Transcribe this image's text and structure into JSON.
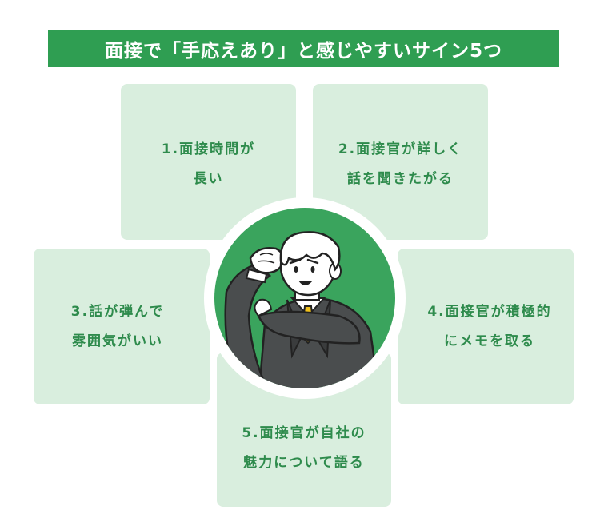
{
  "title": "面接で「手応えあり」と感じやすいサイン5つ",
  "signs": [
    {
      "line1": "1.面接時間が",
      "line2": "長い"
    },
    {
      "line1": "2.面接官が詳しく",
      "line2": "話を聞きたがる"
    },
    {
      "line1": "3.話が弾んで",
      "line2": "雰囲気がいい"
    },
    {
      "line1": "4.面接官が積極的",
      "line2": "にメモを取る"
    },
    {
      "line1": "5.面接官が自社の",
      "line2": "魅力について語る"
    }
  ],
  "colors": {
    "title_bg": "#2f9e52",
    "card_bg": "#d9eede",
    "card_text": "#2e8b4c",
    "circle_fill": "#3aa45d"
  },
  "illustration": "businessman-flexing-arm"
}
